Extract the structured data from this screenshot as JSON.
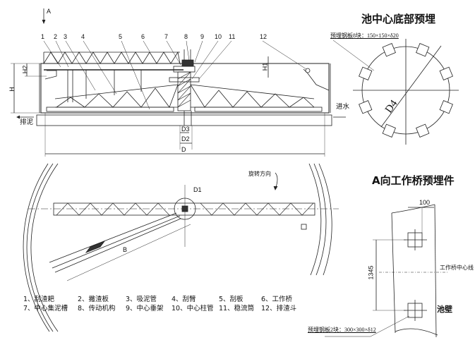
{
  "section_view": {
    "view_arrow": "A",
    "callouts": [
      "1",
      "2",
      "3",
      "4",
      "5",
      "6",
      "7",
      "8",
      "9",
      "10",
      "11",
      "12"
    ],
    "dims": {
      "H": "H",
      "H1": "H1",
      "H2": "H2",
      "D": "D",
      "D2": "D2",
      "D3": "D3"
    },
    "sludge_out": "排泥",
    "water_in": "进水"
  },
  "plan_view": {
    "rotation_label": "旋转方向",
    "center_dim": "D1",
    "bridge_dim": "B"
  },
  "center_detail": {
    "title": "池中心底部预埋",
    "note": "预埋钢板8块：150×150×δ20",
    "dim": "D4",
    "plate_count": 8
  },
  "bridge_detail": {
    "title": "A向工作桥预埋件",
    "dim_width": "100",
    "dim_spacing": "1345",
    "centerline_label": "工作桥中心线",
    "wall_label": "池壁",
    "note": "预埋钢板2块：300×300×δ12"
  },
  "legend": [
    "1、刮渣耙",
    "2、撇渣板",
    "3、吸泥管",
    "4、刮臂",
    "5、刮板",
    "6、工作桥",
    "7、中心集泥槽",
    "8、传动机构",
    "9、中心垂架",
    "10、中心柱管",
    "11、稳流筒",
    "12、排渣斗"
  ]
}
